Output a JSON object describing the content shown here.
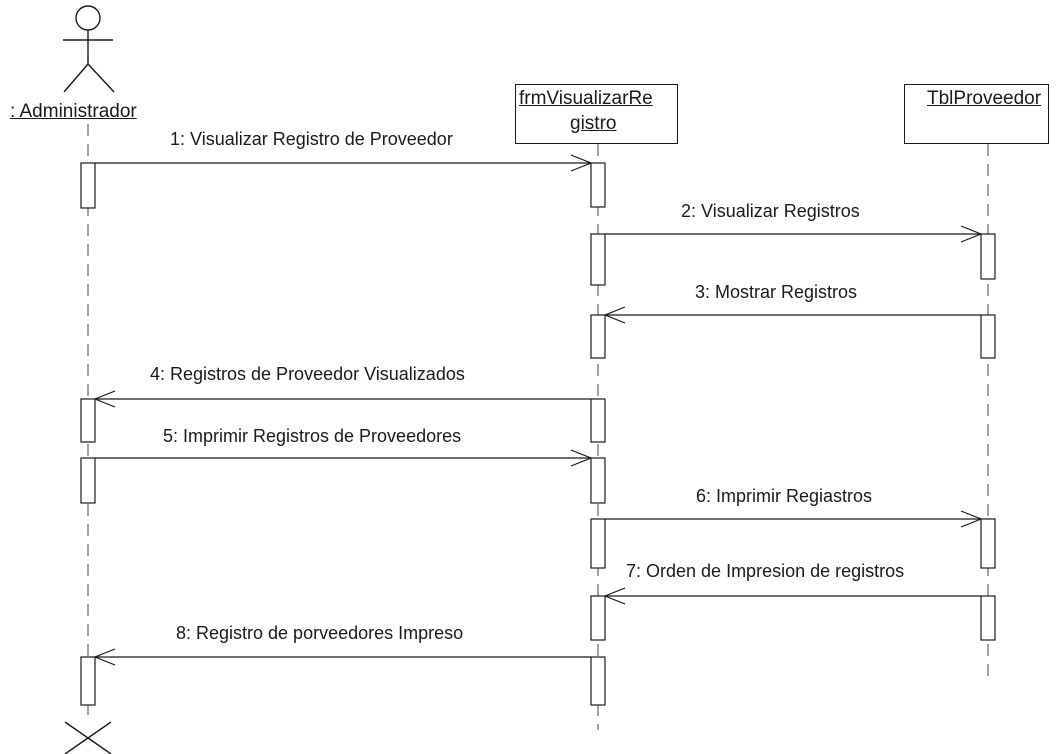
{
  "actor": {
    "name": ": Administrador"
  },
  "objects": [
    {
      "id": "frm",
      "name_line1": "frmVisualizarRe",
      "name_line2": "gistro"
    },
    {
      "id": "tbl",
      "name": "TblProveedor"
    }
  ],
  "messages": [
    {
      "label": "1: Visualizar Registro de Proveedor"
    },
    {
      "label": "2: Visualizar Registros"
    },
    {
      "label": "3: Mostrar Registros"
    },
    {
      "label": "4: Registros de Proveedor Visualizados"
    },
    {
      "label": "5: Imprimir Registros de Proveedores"
    },
    {
      "label": "6: Imprimir Regiastros"
    },
    {
      "label": "7: Orden de Impresion de registros"
    },
    {
      "label": "8: Registro de porveedores Impreso"
    }
  ]
}
